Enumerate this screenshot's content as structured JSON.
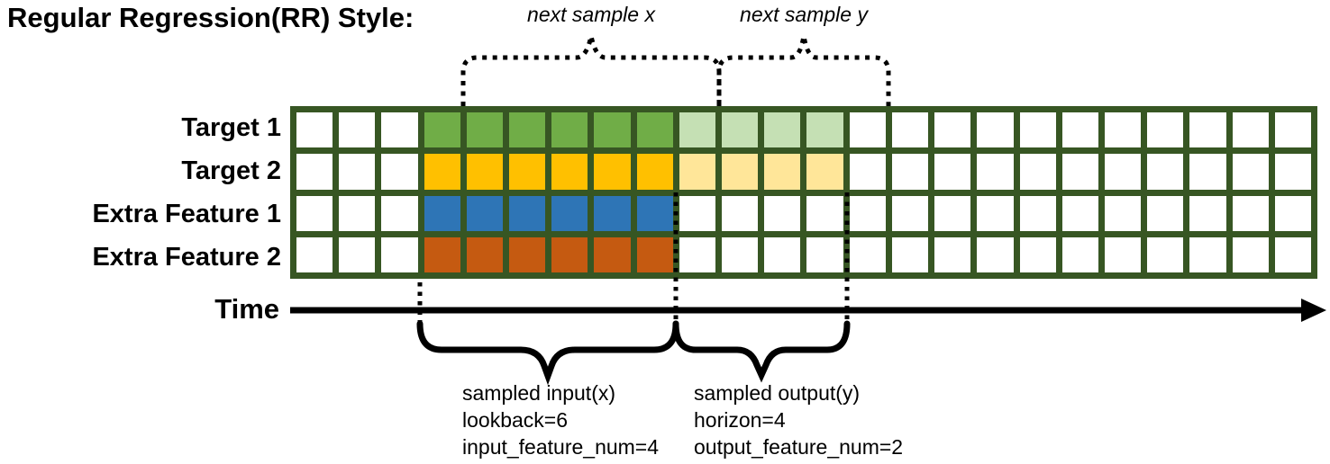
{
  "title": "Regular Regression(RR) Style:",
  "annotations": {
    "next_sample_x": "next sample x",
    "next_sample_y": "next sample y",
    "time_label": "Time"
  },
  "notes": {
    "input_lines": [
      "sampled input(x)",
      "lookback=6",
      "input_feature_num=4"
    ],
    "output_lines": [
      "sampled output(y)",
      "horizon=4",
      "output_feature_num=2"
    ]
  },
  "grid": {
    "columns": 24,
    "lead_empty_columns": 3,
    "lookback": 6,
    "horizon": 4,
    "rows": [
      {
        "label": "Target 1",
        "type": "target",
        "input_color": "#70AD47",
        "output_color": "#C5E0B4"
      },
      {
        "label": "Target 2",
        "type": "target",
        "input_color": "#FFC000",
        "output_color": "#FFE699"
      },
      {
        "label": "Extra Feature 1",
        "type": "extra-feature",
        "input_color": "#2E75B6",
        "output_color": null
      },
      {
        "label": "Extra Feature 2",
        "type": "extra-feature",
        "input_color": "#C55A11",
        "output_color": null
      }
    ]
  },
  "colors": {
    "grid_line": "#375623",
    "cell_empty": "#FFFFFF",
    "ink": "#000000"
  }
}
